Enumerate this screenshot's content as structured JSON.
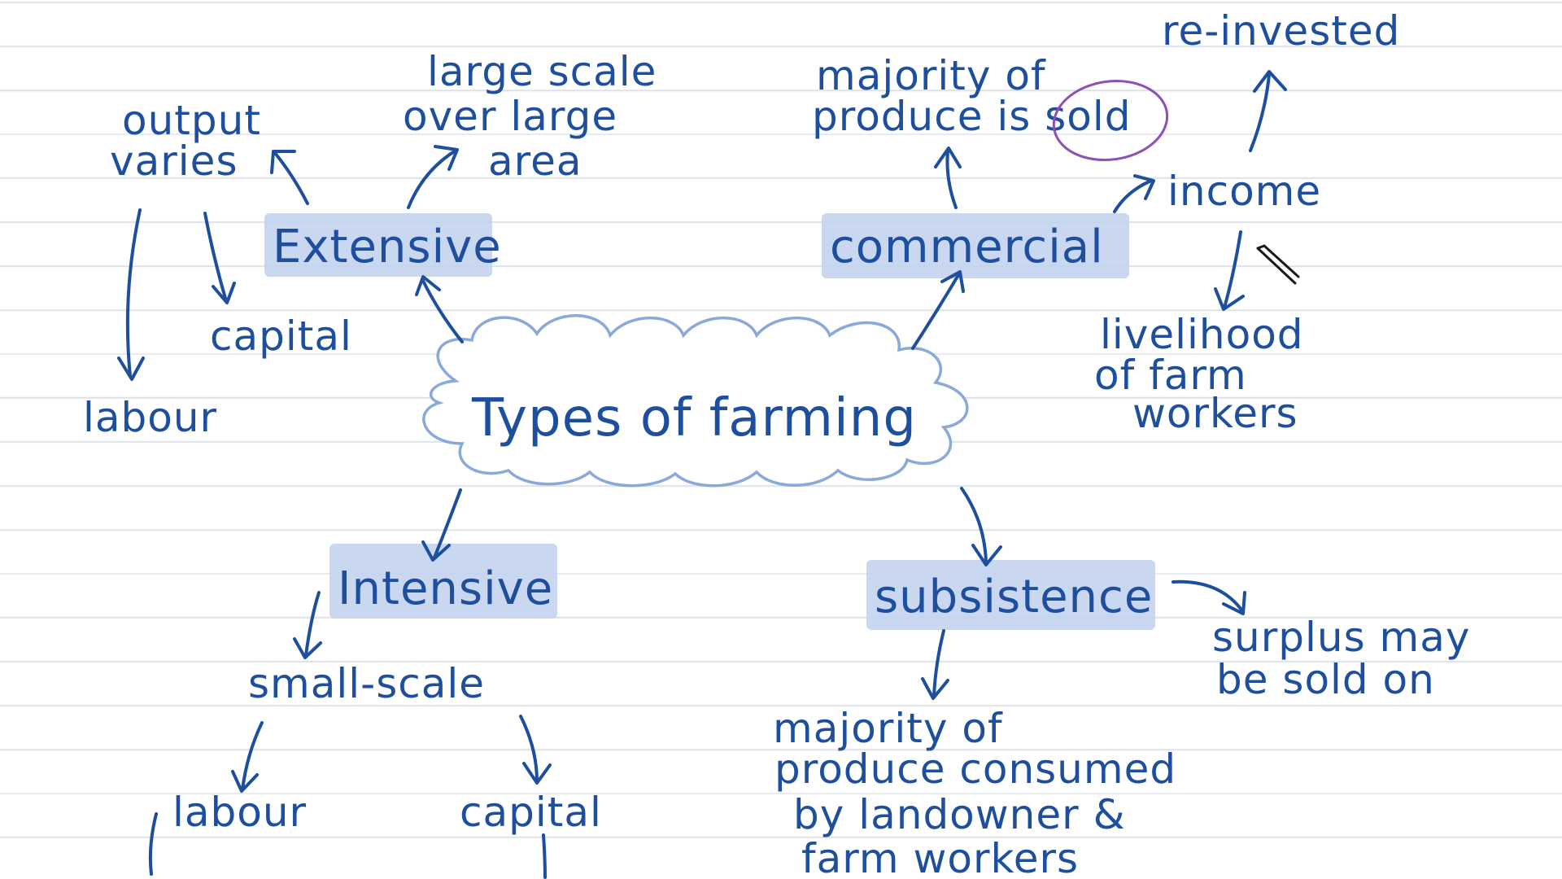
{
  "diagram": {
    "title": "Types of farming",
    "top_cut_text": "",
    "extensive": {
      "label": "Extensive",
      "output": [
        "output",
        "varies"
      ],
      "scale": [
        "large scale",
        "over large",
        "area"
      ],
      "capital": "capital",
      "labour": "labour"
    },
    "commercial": {
      "label": "commercial",
      "sold": [
        "majority of",
        "produce is sold"
      ],
      "income": "income",
      "reinvested": "re-invested",
      "livelihood": [
        "livelihood",
        "of farm",
        "workers"
      ]
    },
    "intensive": {
      "label": "Intensive",
      "scale": "small-scale",
      "labour": "labour",
      "capital": "capital"
    },
    "subsistence": {
      "label": "subsistence",
      "consumed": [
        "majority of",
        "produce consumed",
        "by landowner &",
        "farm workers"
      ],
      "surplus": [
        "surplus may",
        "be sold on"
      ]
    }
  },
  "colors": {
    "ink": "#1d4f9e",
    "highlight": "#c3d3ee",
    "cloud_outline": "#8aa9db",
    "circle": "#8e4fb6",
    "ruled_line": "#dfe3e8"
  },
  "icons": {
    "cursor": "pencil-cursor-icon"
  }
}
